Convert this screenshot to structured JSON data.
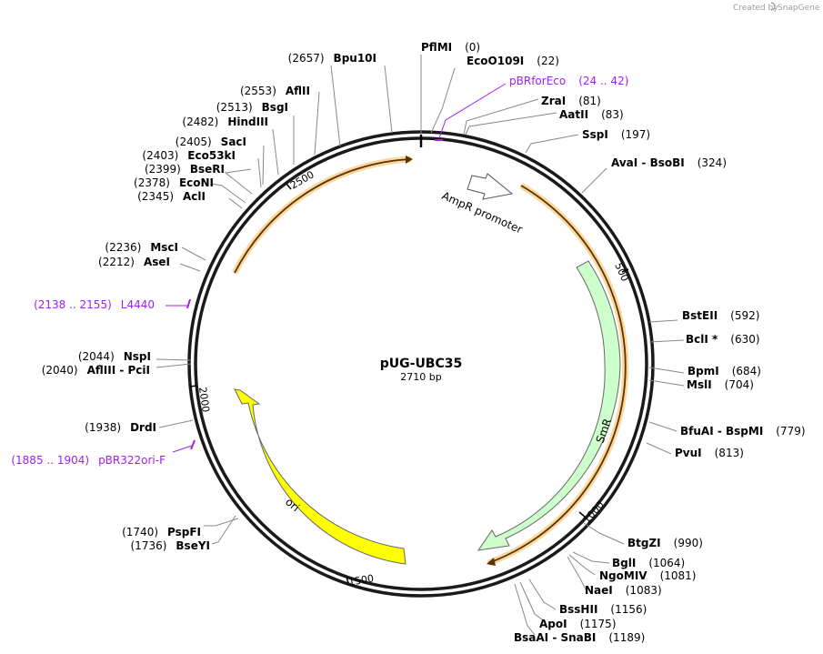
{
  "plasmid": {
    "name": "pUG-UBC35",
    "length_label": "2710 bp"
  },
  "branding": {
    "created_by": "Created by",
    "app": "SnapGene"
  },
  "ruler": [
    "500",
    "1000",
    "1500",
    "2000",
    "2500"
  ],
  "features": [
    {
      "name": "AmpR promoter",
      "type": "promoter"
    },
    {
      "name": "SmR",
      "type": "cds"
    },
    {
      "name": "ori",
      "type": "rep_origin"
    }
  ],
  "sites": [
    {
      "pos": "(0)",
      "name": "PflMI"
    },
    {
      "pos": "(22)",
      "name": "EcoO109I"
    },
    {
      "pos": "(24 .. 42)",
      "name": "pBRforEco",
      "primer": true
    },
    {
      "pos": "(81)",
      "name": "ZraI"
    },
    {
      "pos": "(83)",
      "name": "AatII"
    },
    {
      "pos": "(197)",
      "name": "SspI"
    },
    {
      "pos": "(324)",
      "name": "AvaI  - BsoBI"
    },
    {
      "pos": "(592)",
      "name": "BstEII"
    },
    {
      "pos": "(630)",
      "name": "BclI *"
    },
    {
      "pos": "(684)",
      "name": "BpmI"
    },
    {
      "pos": "(704)",
      "name": "MslI"
    },
    {
      "pos": "(779)",
      "name": "BfuAI  - BspMI"
    },
    {
      "pos": "(813)",
      "name": "PvuI"
    },
    {
      "pos": "(990)",
      "name": "BtgZI"
    },
    {
      "pos": "(1064)",
      "name": "BglI"
    },
    {
      "pos": "(1081)",
      "name": "NgoMIV"
    },
    {
      "pos": "(1083)",
      "name": "NaeI"
    },
    {
      "pos": "(1156)",
      "name": "BssHII"
    },
    {
      "pos": "(1175)",
      "name": "ApoI"
    },
    {
      "pos": "(1189)",
      "name": "BsaAI  - SnaBI"
    },
    {
      "pos": "(1736)",
      "name": "BseYI"
    },
    {
      "pos": "(1740)",
      "name": "PspFI"
    },
    {
      "pos": "(1885 .. 1904)",
      "name": "pBR322ori-F",
      "primer": true
    },
    {
      "pos": "(1938)",
      "name": "DrdI"
    },
    {
      "pos": "(2040)",
      "name": "AflIII  - PciI"
    },
    {
      "pos": "(2044)",
      "name": "NspI"
    },
    {
      "pos": "(2138 .. 2155)",
      "name": "L4440",
      "primer": true
    },
    {
      "pos": "(2212)",
      "name": "AseI"
    },
    {
      "pos": "(2236)",
      "name": "MscI"
    },
    {
      "pos": "(2345)",
      "name": "AclI"
    },
    {
      "pos": "(2378)",
      "name": "EcoNI"
    },
    {
      "pos": "(2399)",
      "name": "BseRI"
    },
    {
      "pos": "(2403)",
      "name": "Eco53kI"
    },
    {
      "pos": "(2405)",
      "name": "SacI"
    },
    {
      "pos": "(2482)",
      "name": "HindIII"
    },
    {
      "pos": "(2513)",
      "name": "BsgI"
    },
    {
      "pos": "(2553)",
      "name": "AflII"
    },
    {
      "pos": "(2657)",
      "name": "Bpu10I"
    }
  ],
  "colors": {
    "backbone": "#1a1a1a",
    "primer": "#a020f0",
    "ori": "#ffff00",
    "smr": "#ccffcc",
    "arc": "#f5a623",
    "leader": "#888888"
  }
}
